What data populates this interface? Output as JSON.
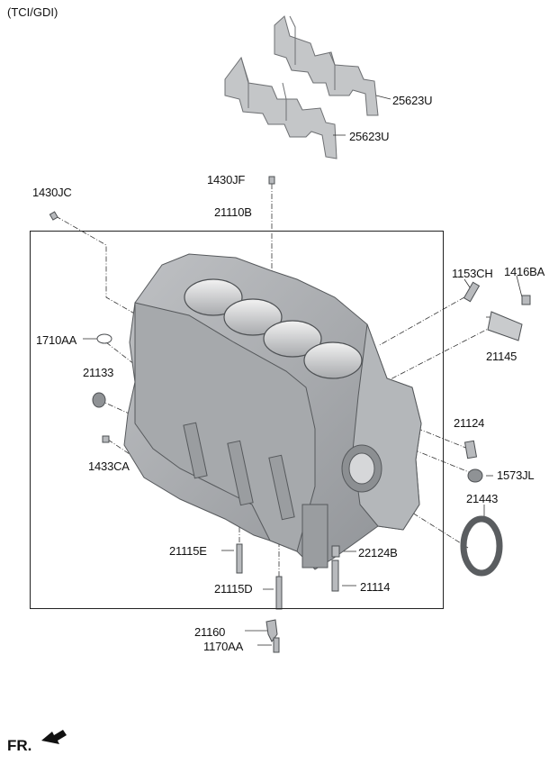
{
  "variant_label": "(TCI/GDI)",
  "direction_label": "FR.",
  "parts": [
    {
      "id": "p1",
      "code": "25623U"
    },
    {
      "id": "p2",
      "code": "25623U"
    },
    {
      "id": "p3",
      "code": "1430JF"
    },
    {
      "id": "p4",
      "code": "1430JC"
    },
    {
      "id": "p5",
      "code": "21110B"
    },
    {
      "id": "p6",
      "code": "1153CH"
    },
    {
      "id": "p7",
      "code": "1416BA"
    },
    {
      "id": "p8",
      "code": "21145"
    },
    {
      "id": "p9",
      "code": "1710AA"
    },
    {
      "id": "p10",
      "code": "21133"
    },
    {
      "id": "p11",
      "code": "21124"
    },
    {
      "id": "p12",
      "code": "1433CA"
    },
    {
      "id": "p13",
      "code": "1573JL"
    },
    {
      "id": "p14",
      "code": "21443"
    },
    {
      "id": "p15",
      "code": "21115E"
    },
    {
      "id": "p16",
      "code": "22124B"
    },
    {
      "id": "p17",
      "code": "21115D"
    },
    {
      "id": "p18",
      "code": "21114"
    },
    {
      "id": "p19",
      "code": "21160"
    },
    {
      "id": "p20",
      "code": "1170AA"
    }
  ]
}
